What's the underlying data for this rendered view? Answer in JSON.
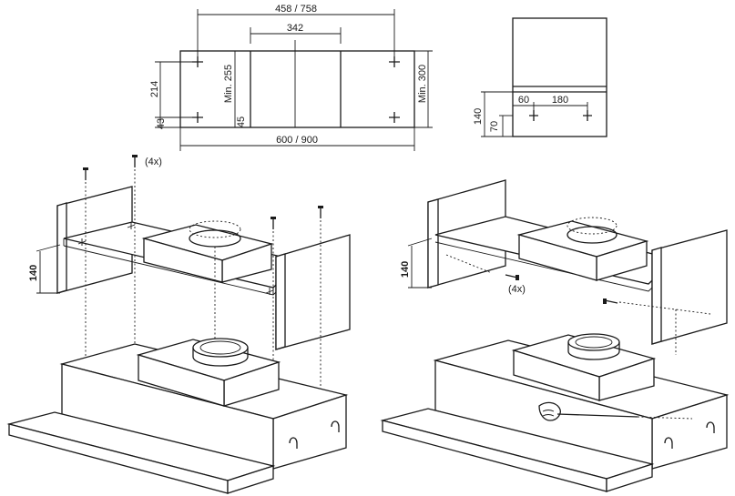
{
  "top_left_template": {
    "dim_total_width": "458 / 758",
    "dim_center": "342",
    "dim_height_left": "214",
    "dim_bottom_left": "43",
    "dim_min_inner": "Min. 255",
    "dim_inner_bottom": "45",
    "dim_min_right": "Min. 300",
    "dim_cabinet_width": "600 / 900"
  },
  "top_right_template": {
    "dim_height": "140",
    "dim_low": "70",
    "dim_offset": "60",
    "dim_spacing": "180"
  },
  "left_assembly": {
    "screws_note": "(4x)",
    "dim_height": "140"
  },
  "right_assembly": {
    "screws_note": "(4x)",
    "dim_height": "140"
  }
}
